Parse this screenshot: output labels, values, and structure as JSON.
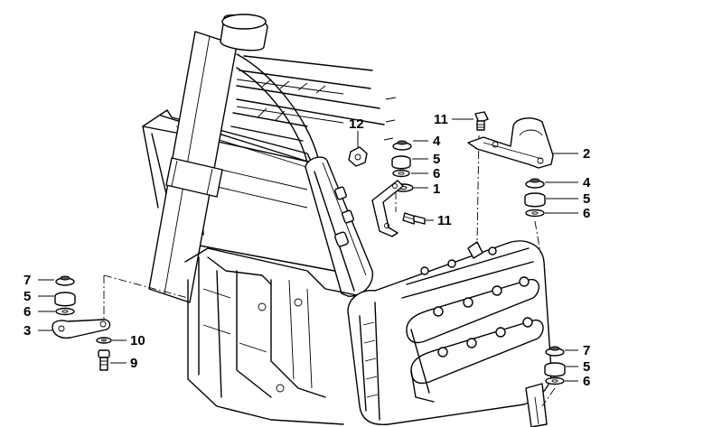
{
  "callouts": {
    "c12": "12",
    "c11_top": "11",
    "c4_left": "4",
    "c5_left": "5",
    "c6_left": "6",
    "c1": "1",
    "c11_mid": "11",
    "c2": "2",
    "c4_right": "4",
    "c5_right": "5",
    "c6_right": "6",
    "c7_bl": "7",
    "c5_bl": "5",
    "c6_bl": "6",
    "c3": "3",
    "c10": "10",
    "c9": "9",
    "c7_br": "7",
    "c5_br": "5",
    "c6_br": "6"
  }
}
